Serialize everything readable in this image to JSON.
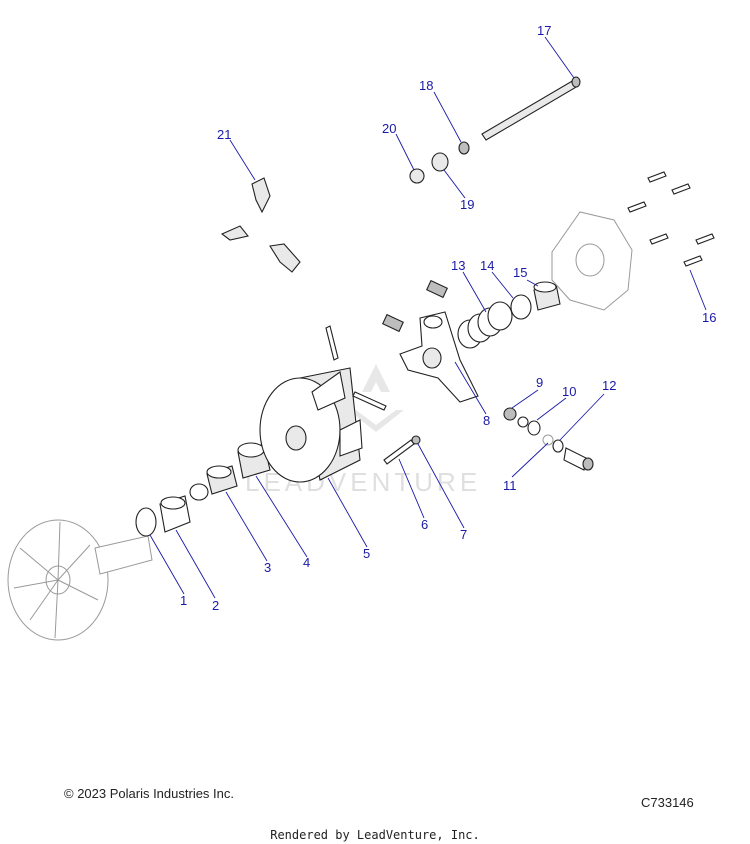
{
  "copyright": "© 2023 Polaris Industries Inc.",
  "diagram_id": "C733146",
  "rendered_by": "Rendered by LeadVenture, Inc.",
  "watermark": "LEADVENTURE",
  "callouts": [
    "1",
    "2",
    "3",
    "4",
    "5",
    "6",
    "7",
    "8",
    "9",
    "10",
    "11",
    "12",
    "13",
    "14",
    "15",
    "16",
    "17",
    "18",
    "19",
    "20",
    "21"
  ],
  "colors": {
    "callout": "#1a1aa8",
    "outline": "#222222"
  }
}
